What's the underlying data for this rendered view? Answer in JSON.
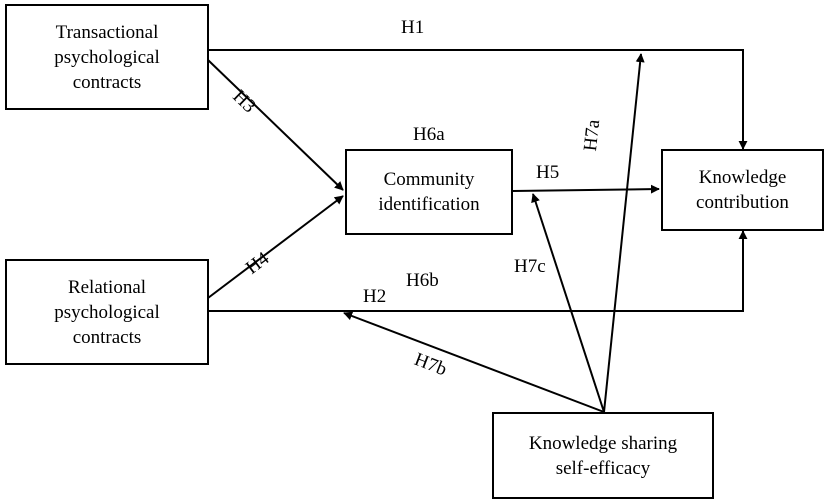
{
  "colors": {
    "line": "#000000",
    "background": "#ffffff"
  },
  "nodes": {
    "transactional": "Transactional\npsychological\ncontracts",
    "relational": "Relational\npsychological\ncontracts",
    "community": "Community\nidentification",
    "knowledge_contribution": "Knowledge\ncontribution",
    "self_efficacy": "Knowledge sharing\nself-efficacy"
  },
  "hypotheses": {
    "h1": "H1",
    "h2": "H2",
    "h3": "H3",
    "h4": "H4",
    "h5": "H5",
    "h6a": "H6a",
    "h6b": "H6b",
    "h7a": "H7a",
    "h7b": "H7b",
    "h7c": "H7c"
  }
}
